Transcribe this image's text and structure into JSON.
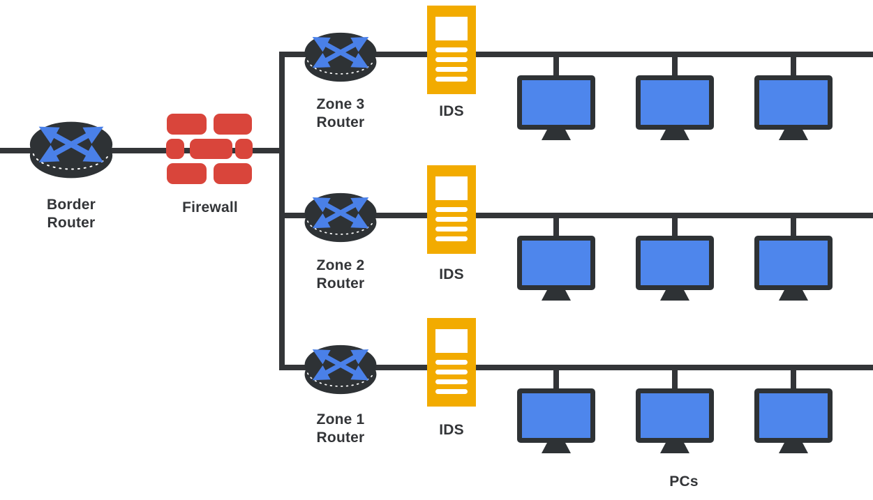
{
  "diagram": {
    "type": "network-topology",
    "colors": {
      "wire": "#333538",
      "device_body": "#2E3235",
      "arrow_blue": "#4A80E8",
      "screen_blue": "#4E86EC",
      "firewall_red": "#D9453B",
      "ids_yellow": "#F2AB00",
      "label_text": "#333538",
      "background": "#FFFFFF"
    },
    "icons": {
      "router": "router-disc-with-crossed-arrows-icon",
      "firewall": "red-brick-wall-icon",
      "ids": "yellow-appliance-with-list-icon",
      "pc": "blue-monitor-icon"
    },
    "border_router": {
      "label_line1": "Border",
      "label_line2": "Router"
    },
    "firewall": {
      "label": "Firewall"
    },
    "zones": [
      {
        "id": "zone3",
        "router_label_line1": "Zone 3",
        "router_label_line2": "Router",
        "ids_label": "IDS",
        "pc_count": 3
      },
      {
        "id": "zone2",
        "router_label_line1": "Zone 2",
        "router_label_line2": "Router",
        "ids_label": "IDS",
        "pc_count": 3
      },
      {
        "id": "zone1",
        "router_label_line1": "Zone 1",
        "router_label_line2": "Router",
        "ids_label": "IDS",
        "pc_count": 3
      }
    ],
    "pcs_caption": "PCs",
    "connections": [
      "external link - Border Router",
      "Border Router - Firewall",
      "Firewall - zone trunk",
      "trunk - Zone 3 Router - IDS - 3 PCs bus",
      "trunk - Zone 2 Router - IDS - 3 PCs bus",
      "trunk - Zone 1 Router - IDS - 3 PCs bus"
    ]
  }
}
